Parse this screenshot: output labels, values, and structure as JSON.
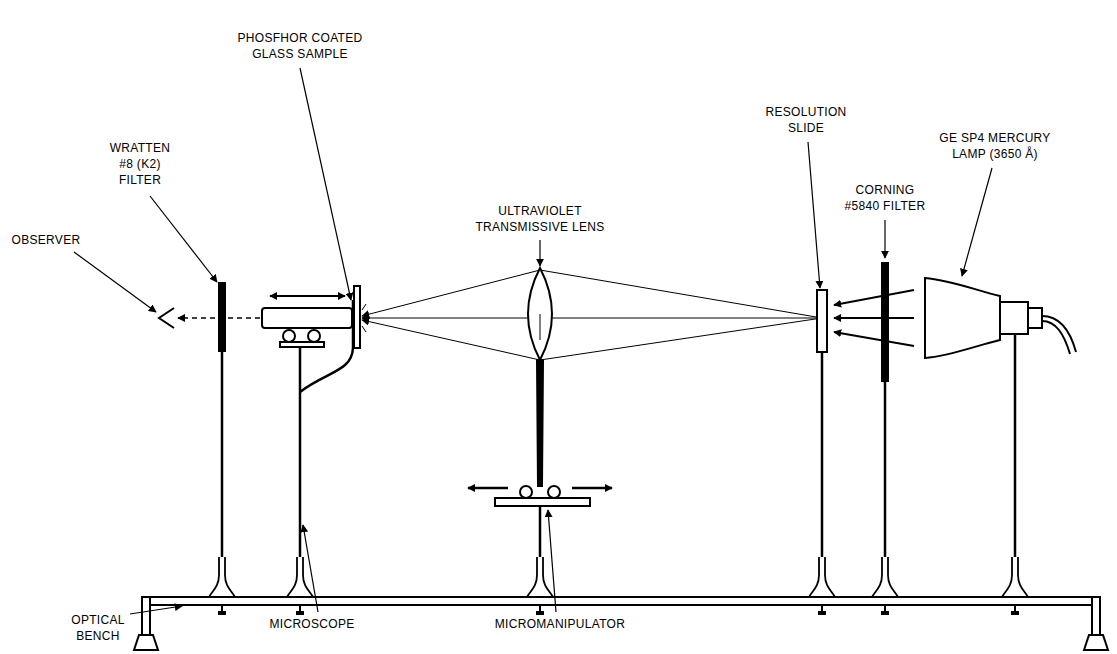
{
  "diagram": {
    "labels": [
      "PHOSFHOR COATED GLASS SAMPLE",
      "WRATTEN #8 (K2) FILTER",
      "RESOLUTION SLIDE",
      "GE SP4 MERCURY LAMP (3650 Å)",
      "CORNING #5840 FILTER",
      "ULTRAVIOLET TRANSMISSIVE LENS",
      "OBSERVER",
      "OPTICAL BENCH",
      "MICROSCOPE",
      "MICROMANIPULATOR"
    ]
  }
}
